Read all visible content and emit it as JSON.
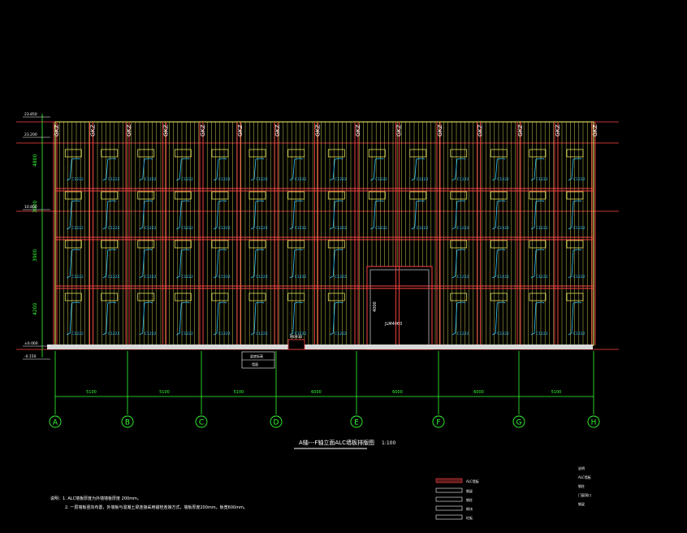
{
  "drawing": {
    "title": "A轴---F轴立面ALC墙板排版图",
    "scale": "1:100",
    "axes": [
      "A",
      "B",
      "C",
      "D",
      "E",
      "F",
      "G",
      "H"
    ],
    "spans": [
      "5100",
      "5100",
      "5100",
      "6000",
      "6000",
      "6000",
      "5100"
    ],
    "storeys": [
      "4800",
      "3900",
      "3900",
      "4200"
    ],
    "level_labels": [
      "23.850",
      "23.200",
      "10.800",
      "±0.000",
      "-0.150"
    ],
    "column_tag": "GKZ",
    "window_tag": "C1222",
    "small_window_tag": "C1",
    "door_tag": "JLM4060",
    "door_height": "4000",
    "mdoor_tag": "M0930",
    "beam_tag": "GL",
    "legend_small": [
      "梁底标高",
      "墙面"
    ],
    "notes": {
      "line1": "说明：1. ALC墙板厚度为外墙墙板厚度 200mm。",
      "line2": "2. 一层墙板竖向布置，外墙板与混凝土梁连接采用锚栓连接方式，墙板厚度200mm，板宽600mm。"
    },
    "legend_items": [
      "ALC墙板",
      "钢梁",
      "钢柱",
      "砌块",
      "砼板"
    ],
    "right_notes": [
      "说明",
      "ALC墙板",
      "钢柱",
      "门窗洞口",
      "钢梁"
    ]
  }
}
